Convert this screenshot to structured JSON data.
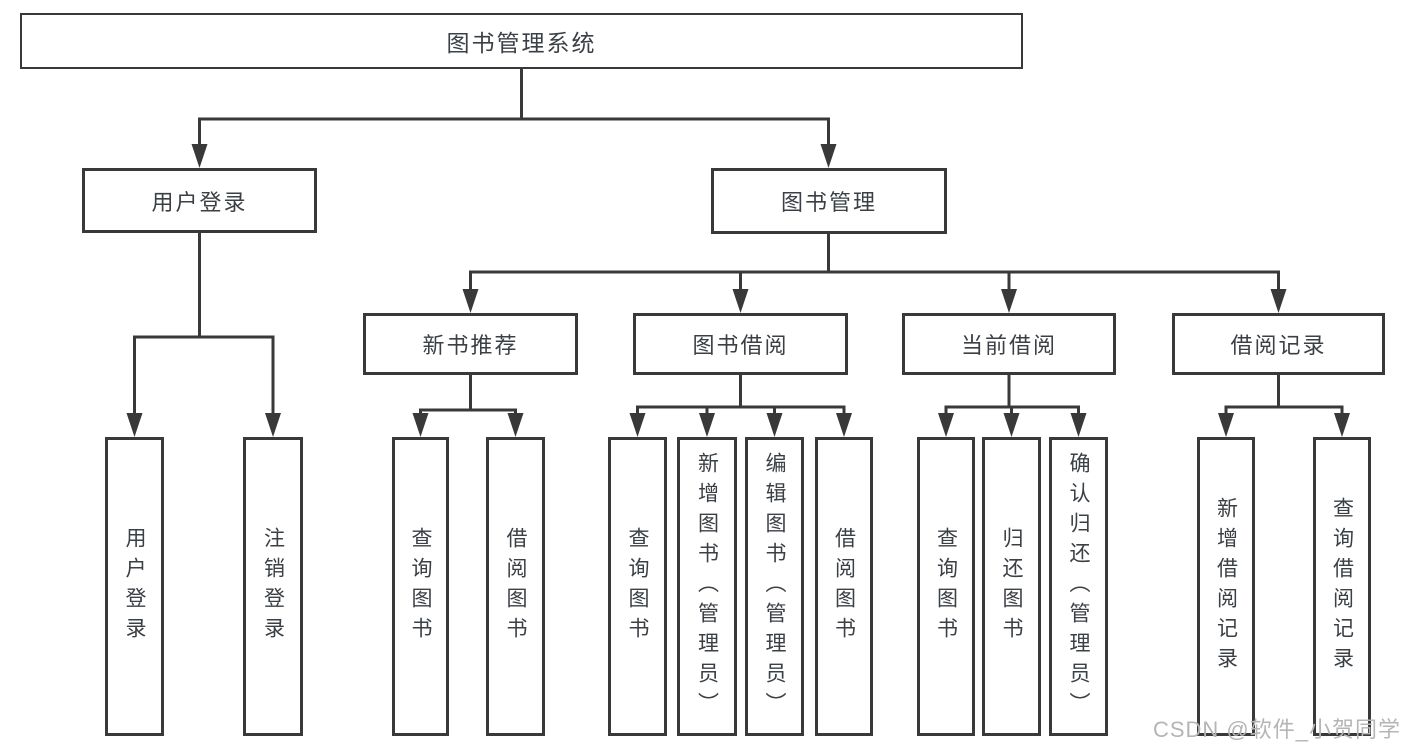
{
  "diagram_title": "图书管理系统",
  "watermark": {
    "text": "CSDN @软件_小贺同学"
  },
  "colors": {
    "line": "#393939",
    "box_border": "#393939",
    "box_fill": "#ffffff",
    "text": "#3b4045",
    "watermark_text": "#b5b5b5",
    "background": "#ffffff"
  },
  "tree": {
    "root": {
      "label": "图书管理系统",
      "children": [
        {
          "label": "用户登录",
          "children": [
            {
              "label": "用户登录"
            },
            {
              "label": "注销登录"
            }
          ]
        },
        {
          "label": "图书管理",
          "children": [
            {
              "label": "新书推荐",
              "children": [
                {
                  "label": "查询图书"
                },
                {
                  "label": "借阅图书"
                }
              ]
            },
            {
              "label": "图书借阅",
              "children": [
                {
                  "label": "查询图书"
                },
                {
                  "label": "新增图书（管理员）"
                },
                {
                  "label": "编辑图书（管理员）"
                },
                {
                  "label": "借阅图书"
                }
              ]
            },
            {
              "label": "当前借阅",
              "children": [
                {
                  "label": "查询图书"
                },
                {
                  "label": "归还图书"
                },
                {
                  "label": "确认归还（管理员）"
                }
              ]
            },
            {
              "label": "借阅记录",
              "children": [
                {
                  "label": "新增借阅记录"
                },
                {
                  "label": "查询借阅记录"
                }
              ]
            }
          ]
        }
      ]
    }
  }
}
